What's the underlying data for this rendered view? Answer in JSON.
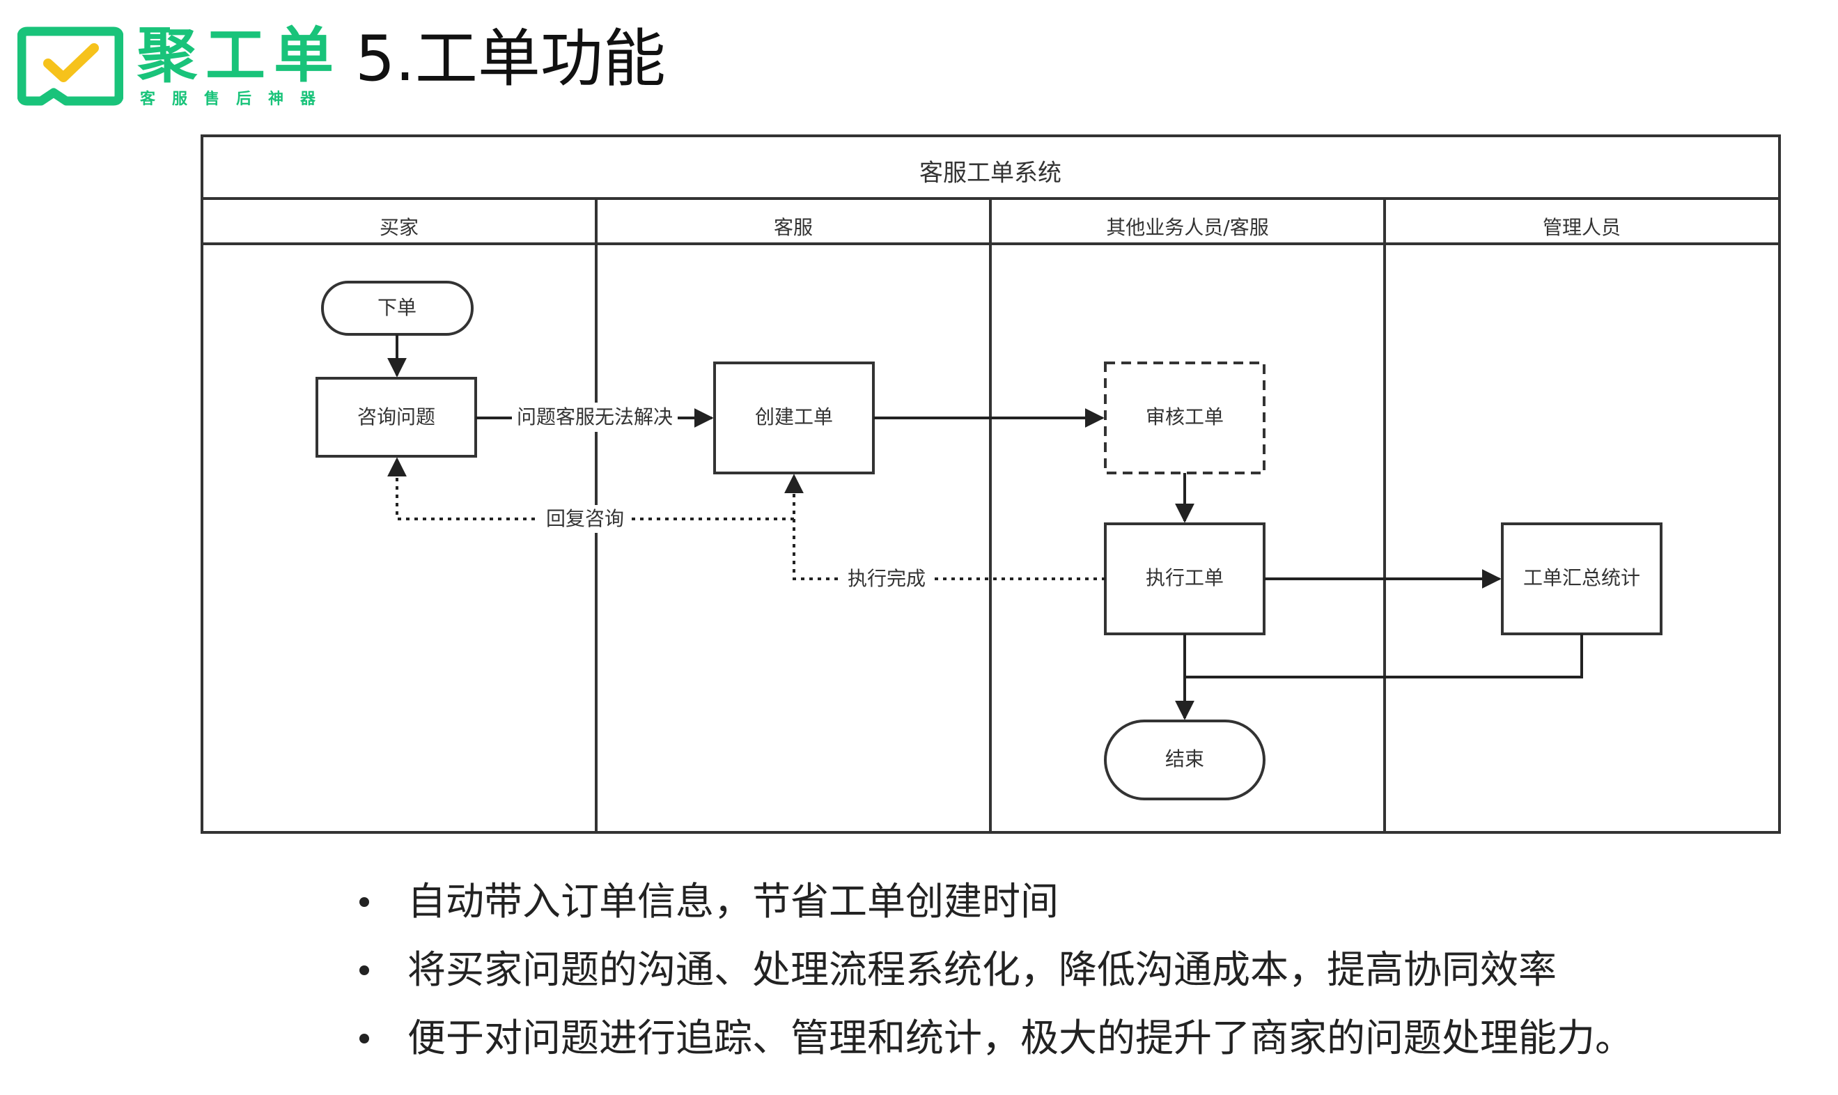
{
  "logo": {
    "name": "聚工单",
    "tagline": "客服售后神器",
    "brand_color": "#19c37a"
  },
  "slide": {
    "title": "5.工单功能"
  },
  "diagram": {
    "title": "客服工单系统",
    "lanes": [
      "买家",
      "客服",
      "其他业务人员/客服",
      "管理人员"
    ],
    "nodes": {
      "order": "下单",
      "consult": "咨询问题",
      "create": "创建工单",
      "review": "审核工单",
      "execute": "执行工单",
      "summary": "工单汇总统计",
      "end": "结束"
    },
    "edge_labels": {
      "unresolved": "问题客服无法解决",
      "reply": "回复咨询",
      "done": "执行完成"
    }
  },
  "bullets": [
    "自动带入订单信息，节省工单创建时间",
    "将买家问题的沟通、处理流程系统化，降低沟通成本，提高协同效率",
    "便于对问题进行追踪、管理和统计，极大的提升了商家的问题处理能力。"
  ]
}
